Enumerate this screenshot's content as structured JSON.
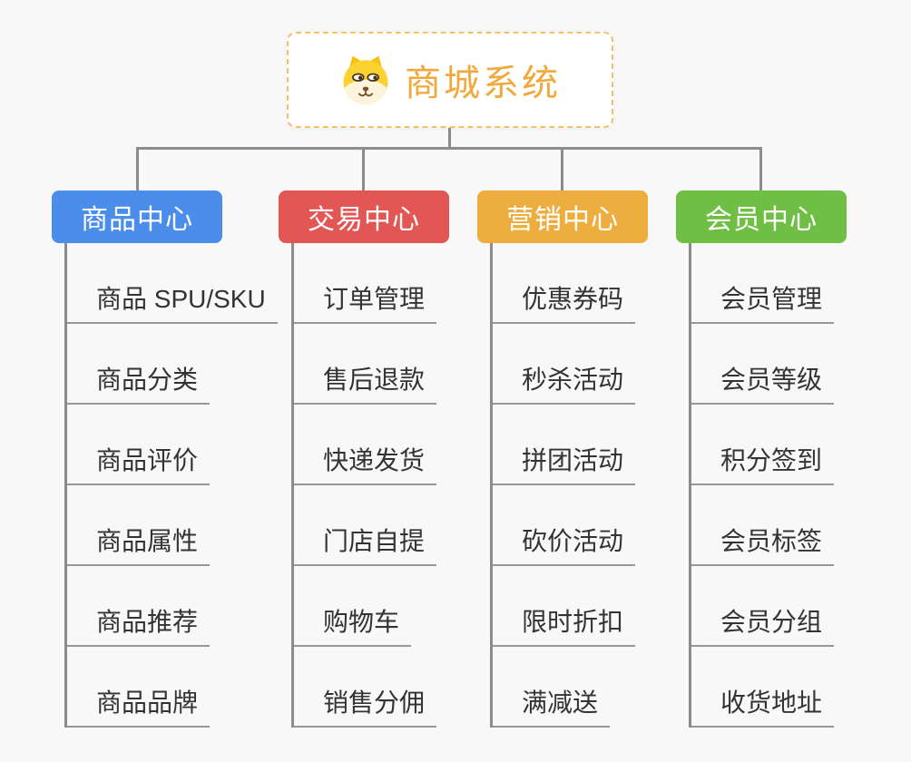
{
  "root": {
    "title": "商城系统",
    "icon": "shiba-dog-icon"
  },
  "columns": [
    {
      "label": "商品中心",
      "color": "#4b8dea",
      "items": [
        "商品 SPU/SKU",
        "商品分类",
        "商品评价",
        "商品属性",
        "商品推荐",
        "商品品牌"
      ]
    },
    {
      "label": "交易中心",
      "color": "#e25754",
      "items": [
        "订单管理",
        "售后退款",
        "快递发货",
        "门店自提",
        "购物车",
        "销售分佣"
      ]
    },
    {
      "label": "营销中心",
      "color": "#eeae3f",
      "items": [
        "优惠券码",
        "秒杀活动",
        "拼团活动",
        "砍价活动",
        "限时折扣",
        "满减送"
      ]
    },
    {
      "label": "会员中心",
      "color": "#6fbf44",
      "items": [
        "会员管理",
        "会员等级",
        "积分签到",
        "会员标签",
        "会员分组",
        "收货地址"
      ]
    }
  ],
  "colors": {
    "background": "#f8f8f8",
    "connector": "#8c8c8c",
    "item_underline": "#979797",
    "item_text": "#333333",
    "root_border": "#f5c06a",
    "root_title": "#f2a93b"
  }
}
